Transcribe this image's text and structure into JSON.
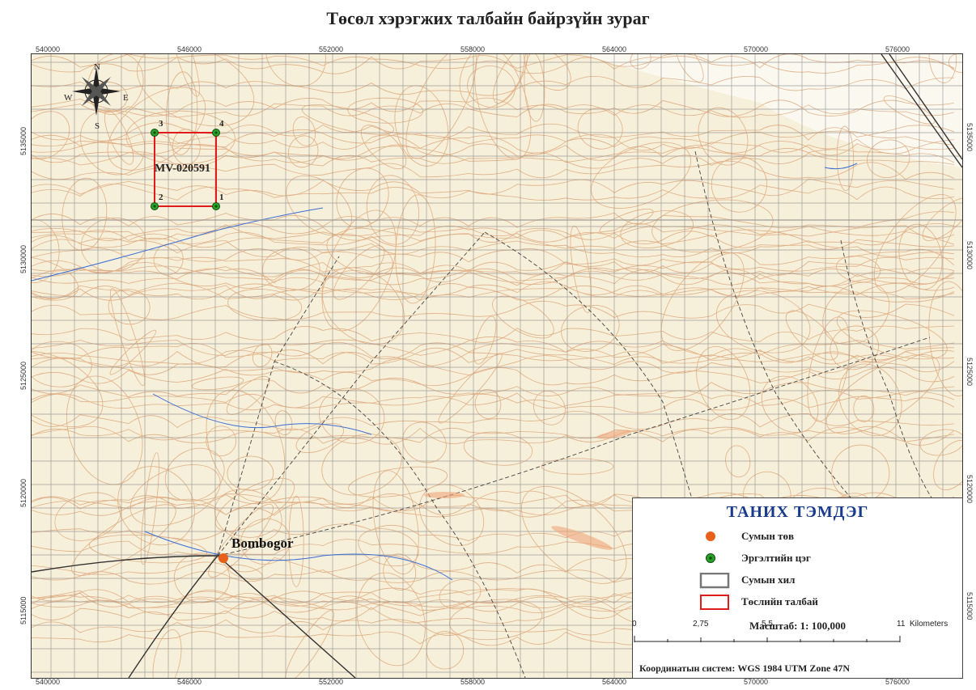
{
  "title": "Төсөл хэрэгжих талбайн байрзүйн зураг",
  "easting_ticks": [
    "540000",
    "546000",
    "552000",
    "558000",
    "564000",
    "570000",
    "576000"
  ],
  "northing_ticks": [
    "5135000",
    "5130000",
    "5125000",
    "5120000",
    "5115000"
  ],
  "compass": {
    "n": "N",
    "s": "S",
    "e": "E",
    "w": "W",
    "icon": "compass-rose-icon"
  },
  "project_area": {
    "label": "MV-020591",
    "corners": [
      "1",
      "2",
      "3",
      "4"
    ]
  },
  "town": {
    "label": "Bombogor"
  },
  "legend": {
    "title": "ТАНИХ ТЭМДЭГ",
    "items": [
      {
        "label": "Сумын төв",
        "icon": "orange-dot-icon",
        "color": "#e8611a"
      },
      {
        "label": "Эргэлтийн цэг",
        "icon": "green-dot-icon",
        "color": "#2aa02a"
      },
      {
        "label": "Сумын хил",
        "icon": "gray-box-icon",
        "color": "#777777"
      },
      {
        "label": "Төслийн талбай",
        "icon": "red-box-icon",
        "color": "#e01b1b"
      }
    ],
    "scale": "Масштаб: 1: 100,000",
    "scalebar_labels": [
      "0",
      "2,75",
      "5,5",
      "11"
    ],
    "scalebar_unit": "Kilometers",
    "coord_system": "Координатын систем: WGS 1984 UTM Zone 47N"
  },
  "colors": {
    "map_bg": "#f6efd9",
    "contour": "#d99a6a",
    "grid": "#888888",
    "river": "#3b6fd6",
    "road": "#333333"
  }
}
